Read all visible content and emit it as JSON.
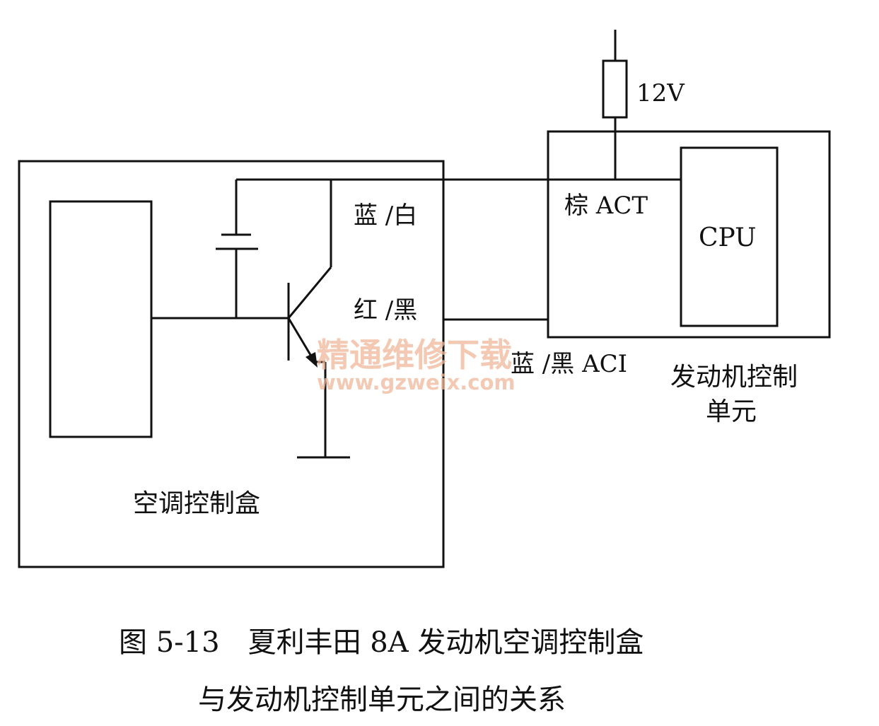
{
  "labels": {
    "voltage": "12V",
    "cpu": "CPU",
    "act": "棕 ACT",
    "blue_white": "蓝 /白",
    "red_black": "红 /黑",
    "aci": "蓝 /黑 ACI",
    "ecu_line1": "发动机控制",
    "ecu_line2": "单元",
    "ac_box": "空调控制盒"
  },
  "watermark": {
    "line1": "精通维修下载",
    "line2": "www.gzweix.com"
  },
  "caption": {
    "line1": "图 5-13　夏利丰田 8A 发动机空调控制盒",
    "line2": "与发动机控制单元之间的关系"
  }
}
